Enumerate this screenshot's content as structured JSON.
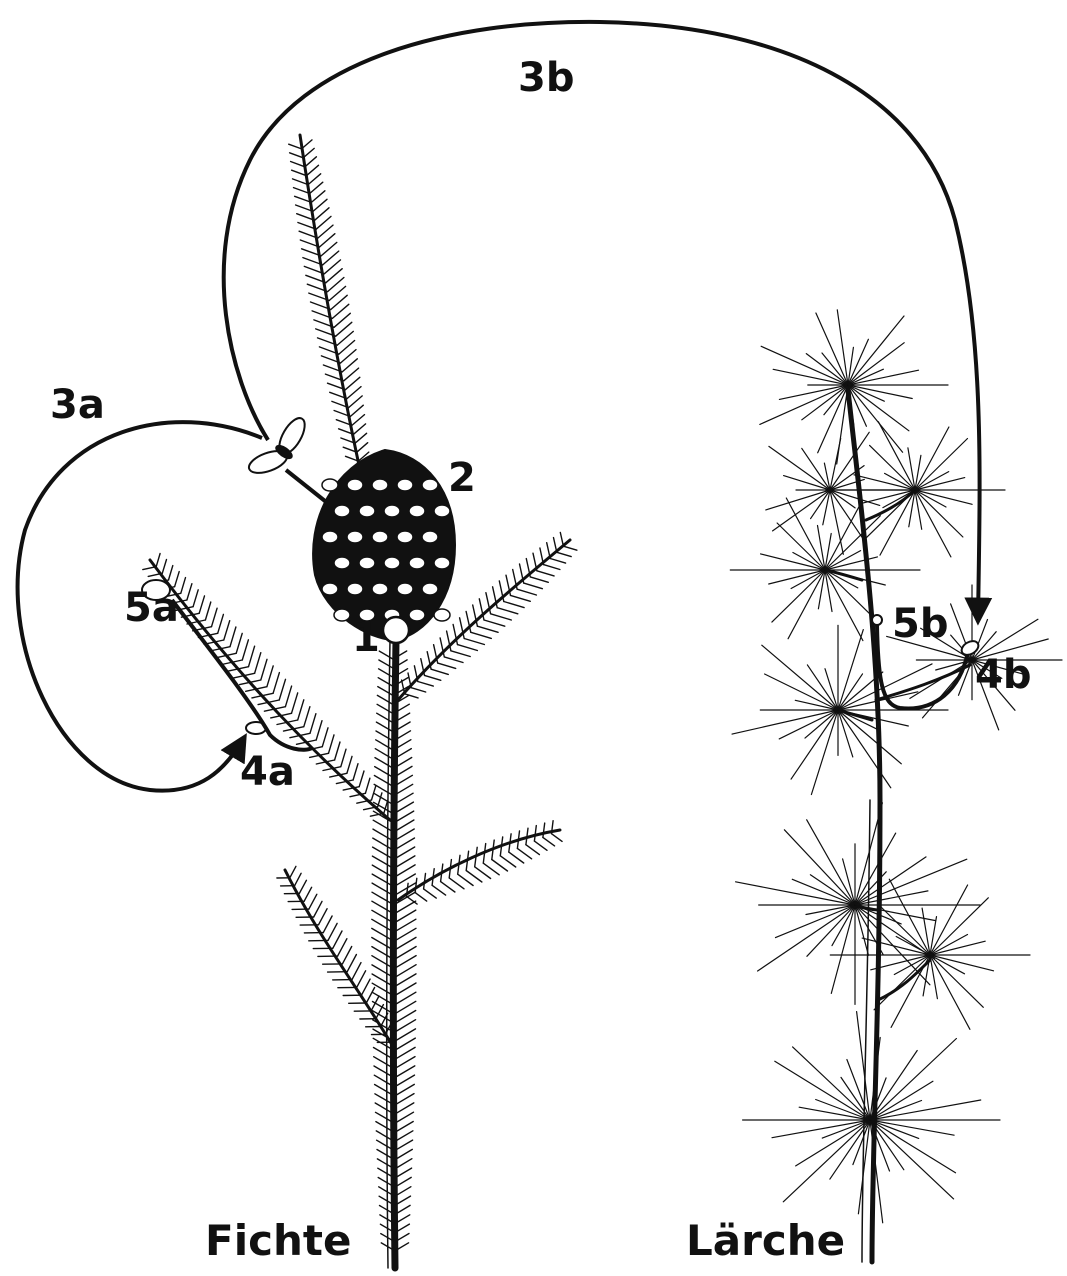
{
  "labels": {
    "stage_1": "1",
    "stage_2": "2",
    "stage_3a": "3a",
    "stage_3b": "3b",
    "stage_4a": "4a",
    "stage_4b": "4b",
    "stage_5a": "5a",
    "stage_5b": "5b"
  },
  "captions": {
    "spruce": "Fichte",
    "larch": "Lärche"
  },
  "colors": {
    "ink": "#111111",
    "paper": "#ffffff"
  }
}
